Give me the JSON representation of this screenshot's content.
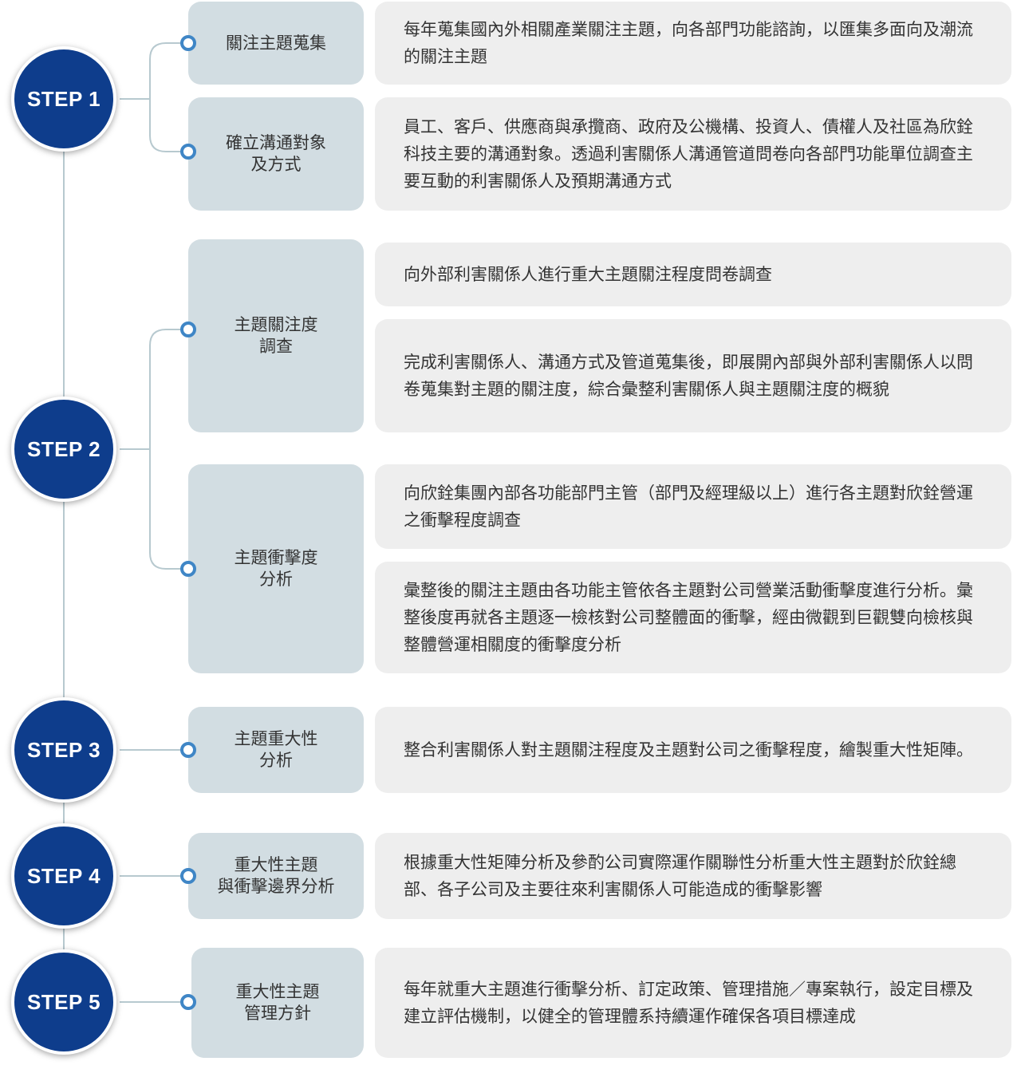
{
  "colors": {
    "step_circle": "#0e3d8c",
    "label_box": "#d2dde2",
    "desc_box": "#eeeeee",
    "connector": "#b7c9cf",
    "dot": "#3f86c6"
  },
  "steps": [
    {
      "label": "STEP 1",
      "topics": [
        {
          "title": "關注主題蒐集",
          "descriptions": [
            "每年蒐集國內外相關產業關注主題，向各部門功能諮詢，以匯集多面向及潮流的關注主題"
          ]
        },
        {
          "title": "確立溝通對象\n及方式",
          "descriptions": [
            "員工、客戶、供應商與承攬商、政府及公機構、投資人、債權人及社區為欣銓科技主要的溝通對象。透過利害關係人溝通管道問卷向各部門功能單位調查主要互動的利害關係人及預期溝通方式"
          ]
        }
      ]
    },
    {
      "label": "STEP 2",
      "topics": [
        {
          "title": "主題關注度\n調查",
          "descriptions": [
            "向外部利害關係人進行重大主題關注程度問卷調查",
            "完成利害關係人、溝通方式及管道蒐集後，即展開內部與外部利害關係人以問卷蒐集對主題的關注度，綜合彙整利害關係人與主題關注度的概貌"
          ]
        },
        {
          "title": "主題衝擊度\n分析",
          "descriptions": [
            "向欣銓集團內部各功能部門主管（部門及經理級以上）進行各主題對欣銓營運之衝擊程度調查",
            "彙整後的關注主題由各功能主管依各主題對公司營業活動衝擊度進行分析。彙整後度再就各主題逐一檢核對公司整體面的衝擊，經由微觀到巨觀雙向檢核與整體營運相關度的衝擊度分析"
          ]
        }
      ]
    },
    {
      "label": "STEP 3",
      "topics": [
        {
          "title": "主題重大性\n分析",
          "descriptions": [
            "整合利害關係人對主題關注程度及主題對公司之衝擊程度，繪製重大性矩陣。"
          ]
        }
      ]
    },
    {
      "label": "STEP 4",
      "topics": [
        {
          "title": "重大性主題\n與衝擊邊界分析",
          "descriptions": [
            "根據重大性矩陣分析及參酌公司實際運作關聯性分析重大性主題對於欣銓總部、各子公司及主要往來利害關係人可能造成的衝擊影響"
          ]
        }
      ]
    },
    {
      "label": "STEP 5",
      "topics": [
        {
          "title": "重大性主題\n管理方針",
          "descriptions": [
            "每年就重大主題進行衝擊分析、訂定政策、管理措施／專案執行，設定目標及建立評估機制，以健全的管理體系持續運作確保各項目標達成"
          ]
        }
      ]
    }
  ]
}
